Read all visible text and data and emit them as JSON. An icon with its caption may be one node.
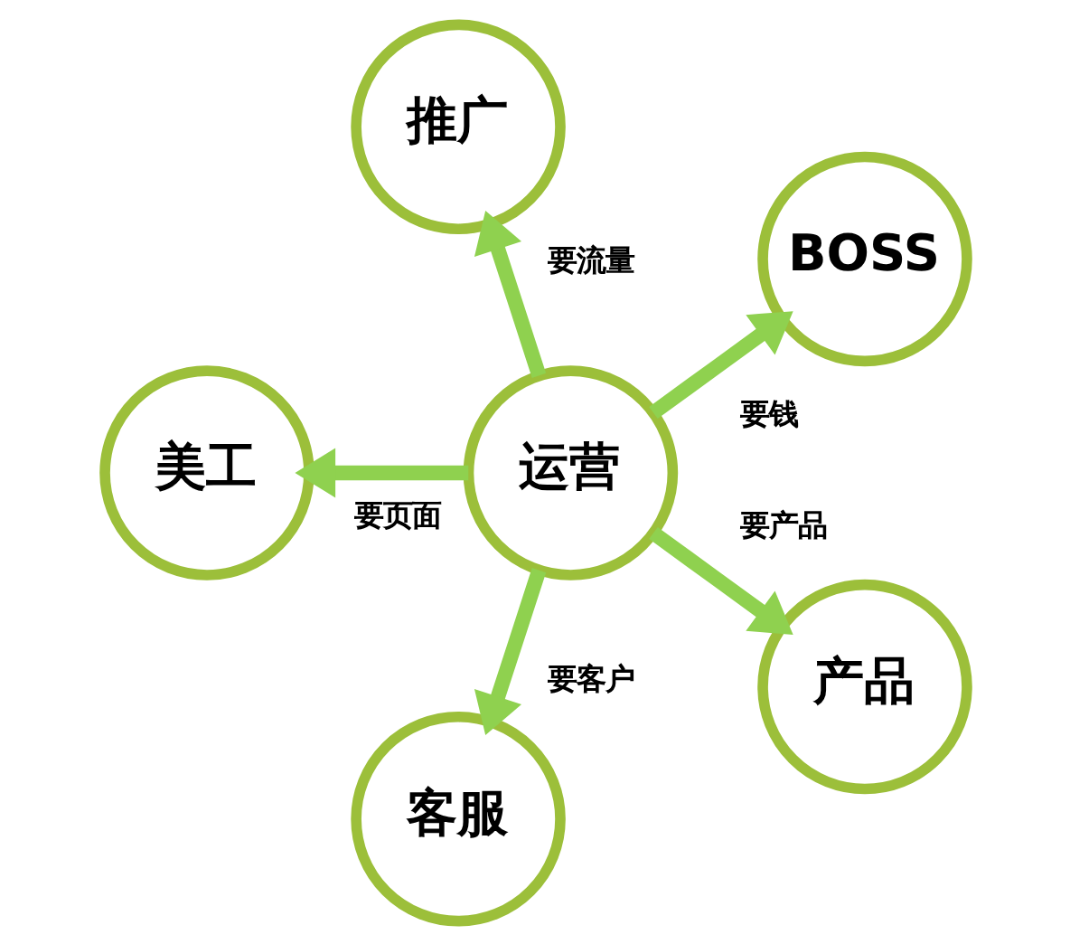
{
  "diagram": {
    "nodes": [
      {
        "text": [
          "推广"
        ]
      },
      {
        "text": [
          "美工"
        ]
      },
      {
        "text": [
          "BOSS"
        ]
      },
      {
        "text": [
          "运营"
        ]
      },
      {
        "text": [
          "客服"
        ]
      },
      {
        "text": [
          "产品"
        ]
      }
    ],
    "edges": [
      {
        "from": 3,
        "to": 2,
        "arrow": "to",
        "label": "要钱"
      },
      {
        "from": 3,
        "to": 0,
        "arrow": "to",
        "label": "要流量"
      },
      {
        "from": 3,
        "to": 1,
        "arrow": "to",
        "label": "要页面"
      },
      {
        "from": 3,
        "to": 4,
        "arrow": "to",
        "label": "要客户"
      },
      {
        "from": 3,
        "to": 5,
        "arrow": "to",
        "label": "要产品"
      }
    ]
  }
}
